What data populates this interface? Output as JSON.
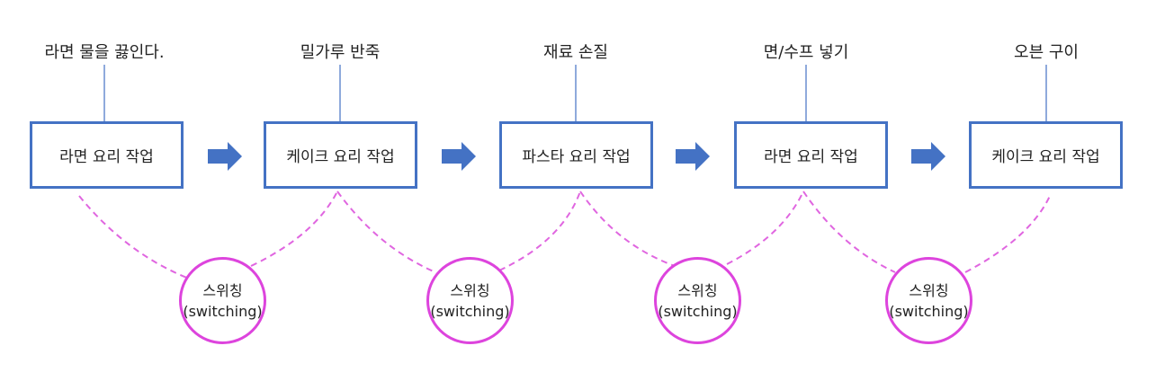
{
  "colors": {
    "box_border": "#4472c4",
    "arrow": "#4472c4",
    "connector": "#4472c4",
    "switch_circle": "#dd44dd",
    "switch_dash": "#e066e0"
  },
  "captions": [
    "라면 물을 끓인다.",
    "밀가루 반죽",
    "재료 손질",
    "면/수프 넣기",
    "오븐 구이"
  ],
  "tasks": [
    "라면 요리 작업",
    "케이크 요리 작업",
    "파스타 요리 작업",
    "라면 요리 작업",
    "케이크 요리 작업"
  ],
  "switches": [
    {
      "line1": "스위칭",
      "line2": "(switching)"
    },
    {
      "line1": "스위칭",
      "line2": "(switching)"
    },
    {
      "line1": "스위칭",
      "line2": "(switching)"
    },
    {
      "line1": "스위칭",
      "line2": "(switching)"
    }
  ]
}
